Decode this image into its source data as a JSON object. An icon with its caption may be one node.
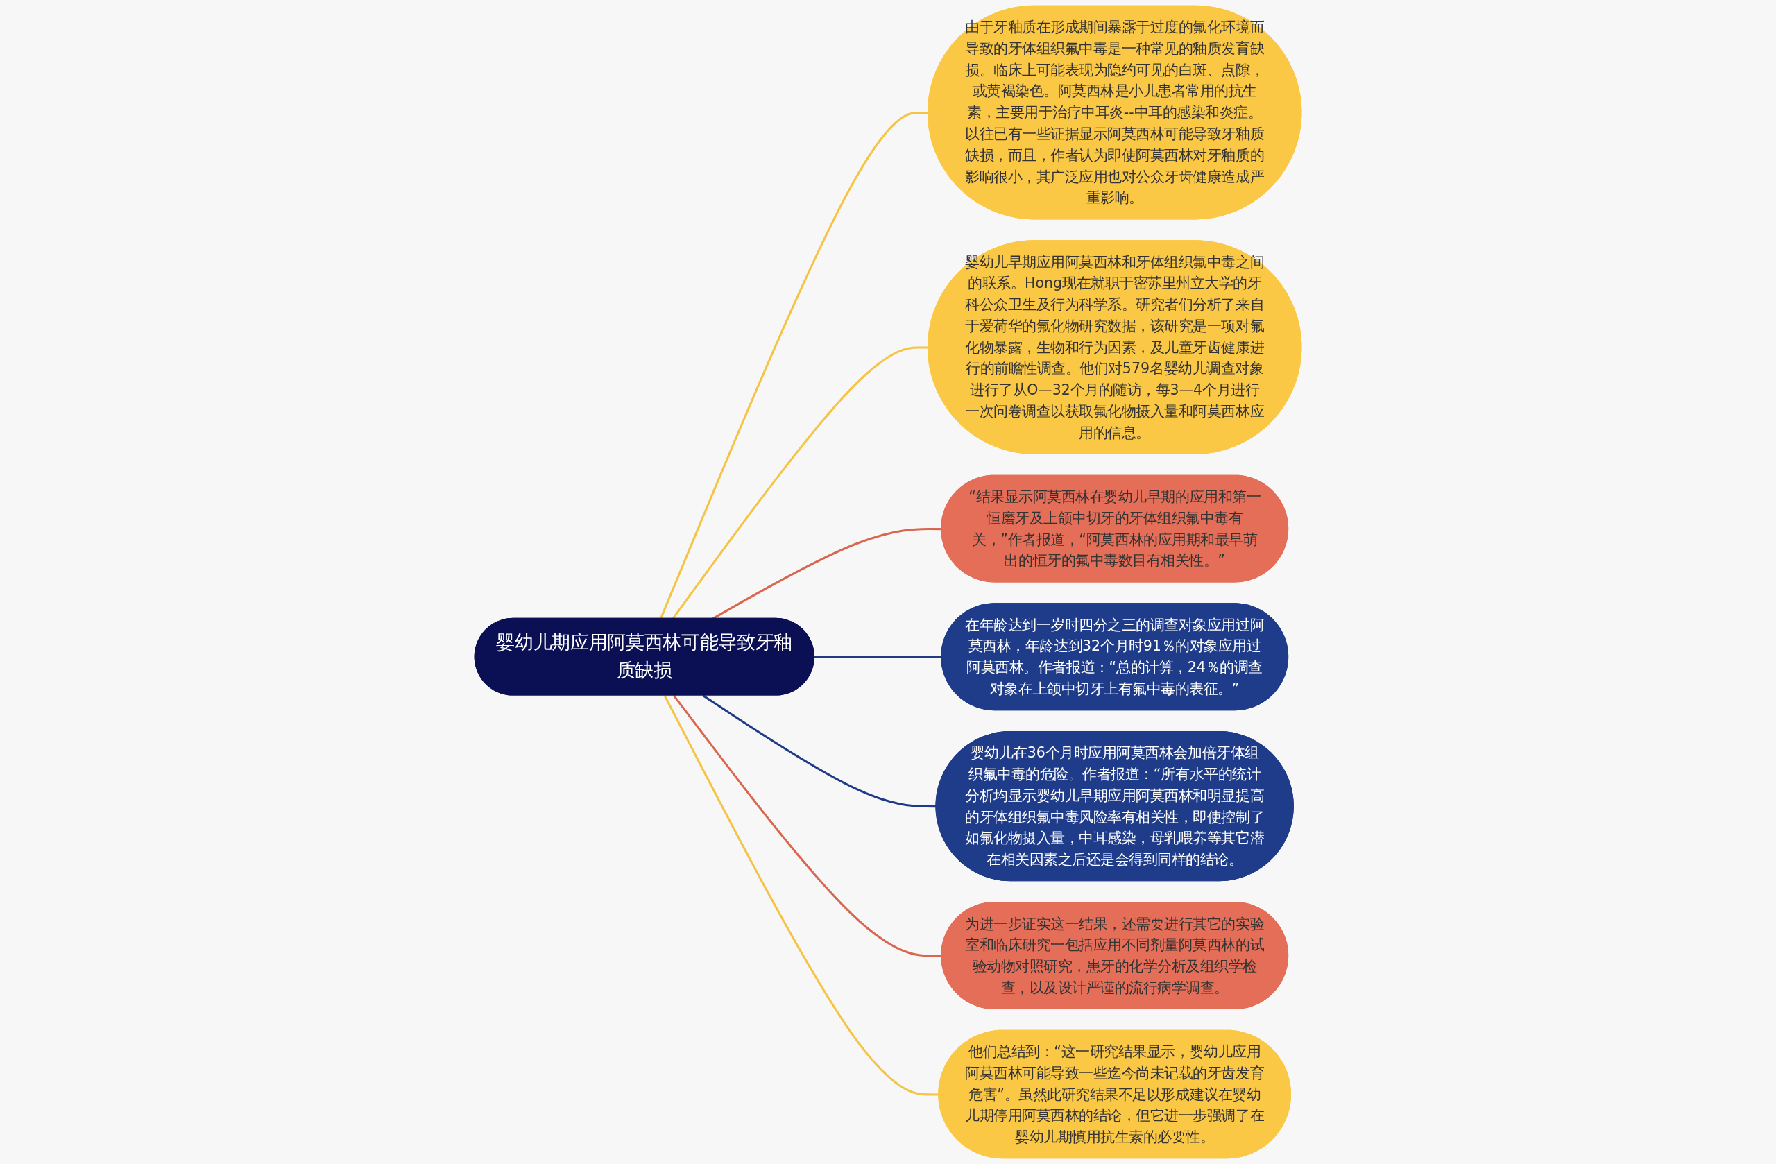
{
  "diagram": {
    "nodes": [
      {
        "text": [
          "婴幼儿期应用阿莫西林可能导致牙釉质缺损"
        ]
      },
      {
        "text": [
          "由于牙釉质在形成期间暴露于过度的氟化环境而导致的牙体组织氟中毒是一种常见的釉质发育缺损。临床上可能表现为隐约可见的白斑、点隙，或黄褐染色。阿莫西林是小儿患者常用的抗生素，主要用于治疗中耳炎--中耳的感染和炎症。以往已有一些证据显示阿莫西林可能导致牙釉质缺损，而且，作者认为即使阿莫西林对牙釉质的影响很小，其广泛应用也对公众牙齿健康造成严重影响。"
        ]
      },
      {
        "text": [
          "婴幼儿早期应用阿莫西林和牙体组织氟中毒之间的联系。Hong现在就职于密苏里州立大学的牙科公众卫生及行为科学系。研究者们分析了来自于爱荷华的氟化物研究数据，该研究是一项对氟化物暴露，生物和行为因素，及儿童牙齿健康进行的前瞻性调查。他们对579名婴幼儿调查对象进行了从O—32个月的随访，每3—4个月进行一次问卷调查以获取氟化物摄入量和阿莫西林应用的信息。"
        ]
      },
      {
        "text": [
          "“结果显示阿莫西林在婴幼儿早期的应用和第一恒磨牙及上颌中切牙的牙体组织氟中毒有关，”作者报道，“阿莫西林的应用期和最早萌出的恒牙的氟中毒数目有相关性。”"
        ]
      },
      {
        "text": [
          "在年龄达到一岁时四分之三的调查对象应用过阿莫西林，年龄达到32个月时91％的对象应用过阿莫西林。作者报道：“总的计算，24％的调查对象在上颌中切牙上有氟中毒的表征。”"
        ]
      },
      {
        "text": [
          "婴幼儿在36个月时应用阿莫西林会加倍牙体组织氟中毒的危险。作者报道：“所有水平的统计分析均显示婴幼儿早期应用阿莫西林和明显提高的牙体组织氟中毒风险率有相关性，即使控制了如氟化物摄入量，中耳感染，母乳喂养等其它潜在相关因素之后还是会得到同样的结论。"
        ]
      },
      {
        "text": [
          "为进一步证实这一结果，还需要进行其它的实验室和临床研究一包括应用不同剂量阿莫西林的试验动物对照研究，患牙的化学分析及组织学检查，以及设计严谨的流行病学调查。"
        ]
      },
      {
        "text": [
          "他们总结到：“这一研究结果显示，婴幼儿应用阿莫西林可能导致一些迄今尚未记载的牙齿发育危害”。虽然此研究结果不足以形成建议在婴幼儿期停用阿莫西林的结论，但它进一步强调了在婴幼儿期慎用抗生素的必要性。"
        ]
      }
    ],
    "edges": [
      {
        "from": 0,
        "to": 1,
        "arrow": "none"
      },
      {
        "from": 0,
        "to": 2,
        "arrow": "none"
      },
      {
        "from": 0,
        "to": 3,
        "arrow": "none",
        "color": "#d9664f"
      },
      {
        "from": 0,
        "to": 4,
        "arrow": "none",
        "color": "#1f3a86"
      },
      {
        "from": 0,
        "to": 5,
        "arrow": "none",
        "color": "#1f3a86"
      },
      {
        "from": 0,
        "to": 6,
        "arrow": "none",
        "color": "#d9664f"
      },
      {
        "from": 0,
        "to": 7,
        "arrow": "none"
      }
    ]
  }
}
